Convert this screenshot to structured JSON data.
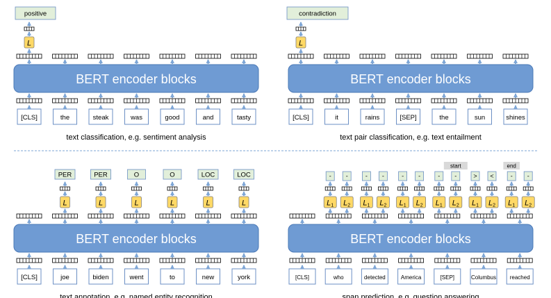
{
  "panels": [
    {
      "id": "text-classification",
      "caption": "text classification, e.g. sentiment analysis",
      "encoder_label": "BERT encoder blocks",
      "tokens": [
        "[CLS]",
        "the",
        "steak",
        "was",
        "good",
        "and",
        "tasty"
      ],
      "heads": [
        {
          "token_index": 0,
          "symbol": "L",
          "output": "positive"
        }
      ]
    },
    {
      "id": "text-pair-classification",
      "caption": "text pair classification, e.g. text entailment",
      "encoder_label": "BERT encoder blocks",
      "tokens": [
        "[CLS]",
        "it",
        "rains",
        "[SEP]",
        "the",
        "sun",
        "shines"
      ],
      "heads": [
        {
          "token_index": 0,
          "symbol": "L",
          "output": "contradiction"
        }
      ]
    },
    {
      "id": "text-annotation",
      "caption": "text annotation, e.g. named entity recognition",
      "encoder_label": "BERT encoder blocks",
      "tokens": [
        "[CLS]",
        "joe",
        "biden",
        "went",
        "to",
        "new",
        "york"
      ],
      "heads": [
        {
          "token_index": 1,
          "symbol": "L",
          "output": "PER"
        },
        {
          "token_index": 2,
          "symbol": "L",
          "output": "PER"
        },
        {
          "token_index": 3,
          "symbol": "L",
          "output": "O"
        },
        {
          "token_index": 4,
          "symbol": "L",
          "output": "O"
        },
        {
          "token_index": 5,
          "symbol": "L",
          "output": "LOC"
        },
        {
          "token_index": 6,
          "symbol": "L",
          "output": "LOC"
        }
      ]
    },
    {
      "id": "span-prediction",
      "caption": "span prediction, e.g. question answering",
      "encoder_label": "BERT encoder blocks",
      "tokens": [
        "[CLS]",
        "who",
        "detected",
        "America",
        "[SEP]",
        "Columbus",
        "reached"
      ],
      "span_heads": [
        {
          "token_index": 1,
          "pairs": [
            {
              "symbol": "L",
              "sub": "1",
              "output": "-"
            },
            {
              "symbol": "L",
              "sub": "2",
              "output": "-"
            }
          ]
        },
        {
          "token_index": 2,
          "pairs": [
            {
              "symbol": "L",
              "sub": "1",
              "output": "-"
            },
            {
              "symbol": "L",
              "sub": "2",
              "output": "-"
            }
          ]
        },
        {
          "token_index": 3,
          "pairs": [
            {
              "symbol": "L",
              "sub": "1",
              "output": "-"
            },
            {
              "symbol": "L",
              "sub": "2",
              "output": "-"
            }
          ]
        },
        {
          "token_index": 4,
          "pairs": [
            {
              "symbol": "L",
              "sub": "1",
              "output": "-"
            },
            {
              "symbol": "L",
              "sub": "2",
              "output": "-"
            }
          ]
        },
        {
          "token_index": 5,
          "pairs": [
            {
              "symbol": "L",
              "sub": "1",
              "output": ">"
            },
            {
              "symbol": "L",
              "sub": "2",
              "output": "<"
            }
          ]
        },
        {
          "token_index": 6,
          "pairs": [
            {
              "symbol": "L",
              "sub": "1",
              "output": "-"
            },
            {
              "symbol": "L",
              "sub": "2",
              "output": "-"
            }
          ]
        }
      ],
      "span_labels": [
        {
          "text": "start",
          "token_index": 4,
          "head": 1
        },
        {
          "text": "end",
          "token_index": 6,
          "head": 0
        }
      ]
    }
  ],
  "colors": {
    "encoder_fill": "#6f9bd3",
    "encoder_stroke": "#4a78b6",
    "encoder_text": "#ffffff",
    "token_box": "#6b8fc4",
    "arrow": "#7ea6d6",
    "head_fill": "#ffd966",
    "head_stroke": "#7f7f7f",
    "output_fill": "#e2efda",
    "output_stroke": "#6b8fc4",
    "span_label_fill": "#d9d9d9",
    "divider": "#7ea6d6",
    "text": "#000000"
  }
}
